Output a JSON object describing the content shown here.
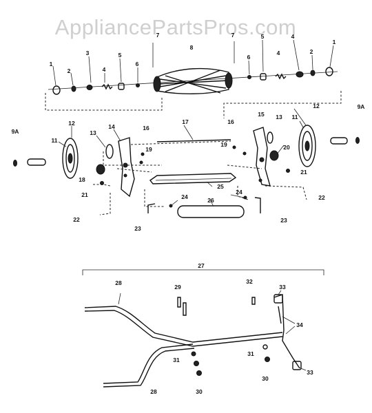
{
  "watermark": "AppliancePartsPros.com",
  "callouts": [
    {
      "id": "c1a",
      "text": "1"
    },
    {
      "id": "c2a",
      "text": "2"
    },
    {
      "id": "c3",
      "text": "3"
    },
    {
      "id": "c4a",
      "text": "4"
    },
    {
      "id": "c5a",
      "text": "5"
    },
    {
      "id": "c6a",
      "text": "6"
    },
    {
      "id": "c7a",
      "text": "7"
    },
    {
      "id": "c8",
      "text": "8"
    },
    {
      "id": "c7b",
      "text": "7"
    },
    {
      "id": "c5b",
      "text": "5"
    },
    {
      "id": "c6b",
      "text": "6"
    },
    {
      "id": "c4b",
      "text": "4"
    },
    {
      "id": "c4c",
      "text": "4"
    },
    {
      "id": "c2b",
      "text": "2"
    },
    {
      "id": "c1b",
      "text": "1"
    },
    {
      "id": "c9aL",
      "text": "9A"
    },
    {
      "id": "c9aR",
      "text": "9A"
    },
    {
      "id": "c11L",
      "text": "11"
    },
    {
      "id": "c12L",
      "text": "12"
    },
    {
      "id": "c13L",
      "text": "13"
    },
    {
      "id": "c14",
      "text": "14"
    },
    {
      "id": "c16L",
      "text": "16"
    },
    {
      "id": "c19L",
      "text": "19"
    },
    {
      "id": "c17",
      "text": "17"
    },
    {
      "id": "c16R",
      "text": "16"
    },
    {
      "id": "c19R",
      "text": "19"
    },
    {
      "id": "c15",
      "text": "15"
    },
    {
      "id": "c13R",
      "text": "13"
    },
    {
      "id": "c11R",
      "text": "11"
    },
    {
      "id": "c12R",
      "text": "12"
    },
    {
      "id": "c20",
      "text": "20"
    },
    {
      "id": "c18",
      "text": "18"
    },
    {
      "id": "c21L",
      "text": "21"
    },
    {
      "id": "c21R",
      "text": "21"
    },
    {
      "id": "c25",
      "text": "25"
    },
    {
      "id": "c22R",
      "text": "22"
    },
    {
      "id": "c22L",
      "text": "22"
    },
    {
      "id": "c24L",
      "text": "24"
    },
    {
      "id": "c24R",
      "text": "24"
    },
    {
      "id": "c26",
      "text": "26"
    },
    {
      "id": "c23L",
      "text": "23"
    },
    {
      "id": "c23R",
      "text": "23"
    },
    {
      "id": "c27",
      "text": "27"
    },
    {
      "id": "c28a",
      "text": "28"
    },
    {
      "id": "c29",
      "text": "29"
    },
    {
      "id": "c32",
      "text": "32"
    },
    {
      "id": "c33a",
      "text": "33"
    },
    {
      "id": "c34",
      "text": "34"
    },
    {
      "id": "c31L",
      "text": "31"
    },
    {
      "id": "c31R",
      "text": "31"
    },
    {
      "id": "c30L",
      "text": "30"
    },
    {
      "id": "c30R",
      "text": "30"
    },
    {
      "id": "c33b",
      "text": "33"
    },
    {
      "id": "c28b",
      "text": "28"
    }
  ]
}
